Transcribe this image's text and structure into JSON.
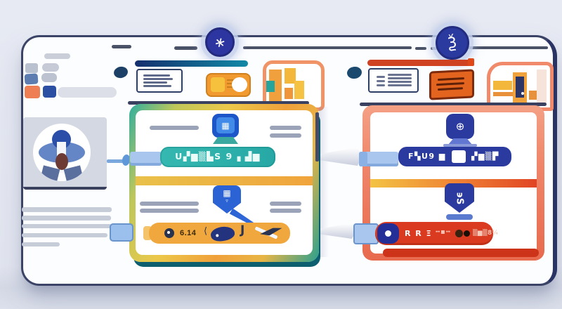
{
  "colors": {
    "bg": "#e3e6f0",
    "ink": "#3b4466",
    "navy": "#2b3a9e",
    "blue": "#2b62d4",
    "teal": "#2aaba4",
    "teal-dark": "#0d5f70",
    "yellow": "#f6c23e",
    "orange": "#f0a03c",
    "amber": "#f0a83e",
    "salmon": "#f2886a",
    "red": "#d93a20",
    "red-bar": "#cf4222",
    "connector": "#a9c6ee",
    "line-gray": "#9aa3b8",
    "line-light": "#c6ccd8"
  },
  "badges": {
    "left_glyph": "∗",
    "right_glyph": "Ѯ"
  },
  "left_panel": {
    "monitor_glyph": "▦",
    "status_banner_text": "U▞▆▒▙S 9 ▖▟▆",
    "shield_glyph": "▦",
    "shield_sub_glyph": "▿",
    "tag_number": "6.14",
    "tag_hook": "⟨",
    "tag_letter": "J"
  },
  "right_panel": {
    "monitor_glyph": "⊕",
    "status_banner_text_left": "F▚U9 ▆",
    "status_banner_text_right": "▞▆▒▛",
    "shield_glyph": "϶S",
    "alert_code": "R R Ξ",
    "alert_dashes": "╍▪╍",
    "alert_detail": "▒▆▒8¼"
  }
}
